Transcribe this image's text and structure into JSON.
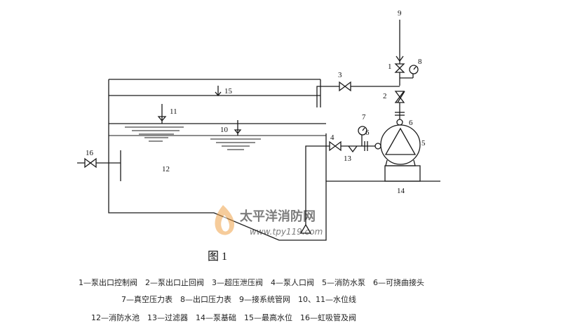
{
  "labels": {
    "n1": "1",
    "n2": "2",
    "n3": "3",
    "n4": "4",
    "n5": "5",
    "n6a": "6",
    "n6b": "6",
    "n7": "7",
    "n8": "8",
    "n9": "9",
    "n10": "10",
    "n11": "11",
    "n12": "12",
    "n13": "13",
    "n14": "14",
    "n15": "15",
    "n16": "16"
  },
  "figure_title": "图 1",
  "legend": [
    "1—泵出口控制阀　2—泵出口止回阀　3—超压泄压阀　4—泵人口阀　5—消防水泵　6—可挠曲接头",
    "7—真空压力表　8—出口压力表　9—接系统管网　10、11—水位线",
    "12—消防水池　13—过滤器　14—泵基础　15—最高水位　16—虹吸管及阀"
  ],
  "watermark": {
    "brand": "太平洋消防网",
    "url": "www.tpy119.com"
  },
  "colors": {
    "line": "#1a1a1a",
    "watermark": "#f0a34a"
  }
}
